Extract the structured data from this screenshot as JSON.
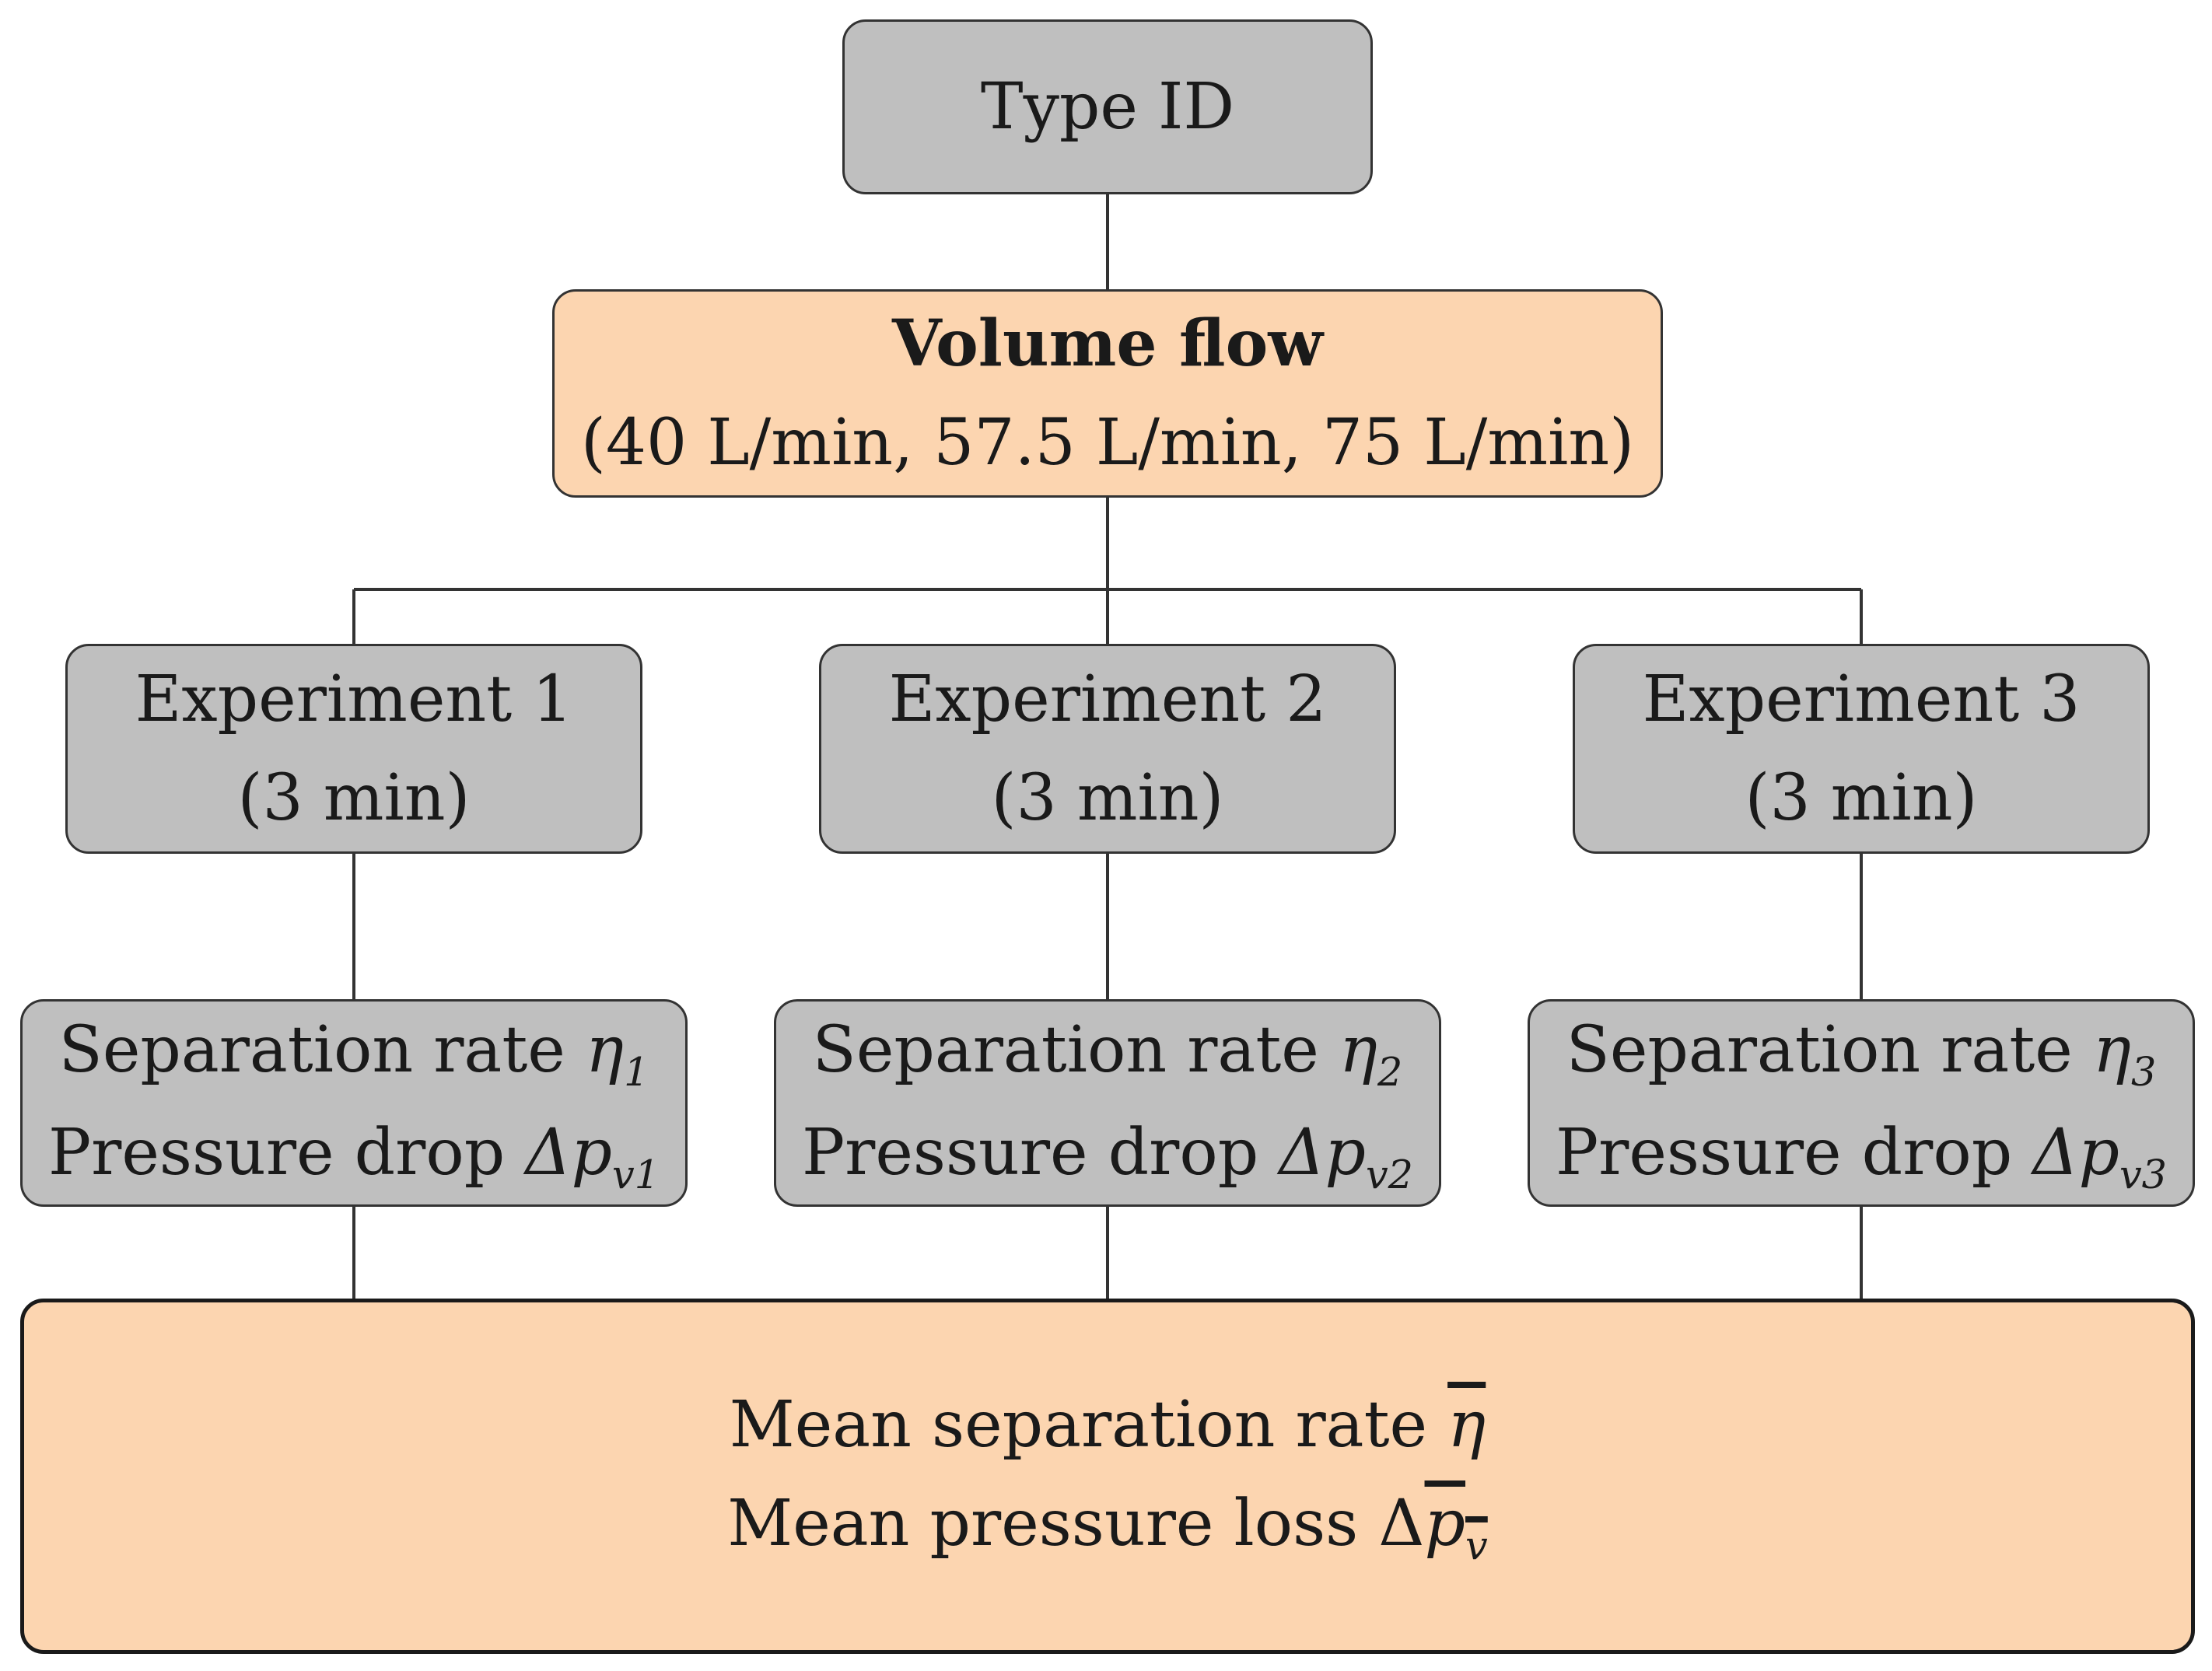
{
  "root": {
    "label": "Type ID"
  },
  "volume_flow": {
    "title": "Volume flow",
    "values": "(40 L/min, 57.5 L/min, 75 L/min)"
  },
  "experiments": [
    {
      "label": "Experiment 1",
      "duration": "(3 min)",
      "sep_text": "Separation rate ",
      "sep_sym": "η",
      "sep_sub": "1",
      "press_text": "Pressure drop ",
      "press_sym": "Δp",
      "press_sub": "v1"
    },
    {
      "label": "Experiment 2",
      "duration": "(3 min)",
      "sep_text": "Separation rate ",
      "sep_sym": "η",
      "sep_sub": "2",
      "press_text": "Pressure drop ",
      "press_sym": "Δp",
      "press_sub": "v2"
    },
    {
      "label": "Experiment 3",
      "duration": "(3 min)",
      "sep_text": "Separation rate ",
      "sep_sym": "η",
      "sep_sub": "3",
      "press_text": "Pressure drop ",
      "press_sym": "Δp",
      "press_sub": "v3"
    }
  ],
  "mean": {
    "sep_text": "Mean separation rate ",
    "sep_sym": "η",
    "loss_text": "Mean pressure loss Δ",
    "loss_sym": "p",
    "loss_sub": "v"
  },
  "colors": {
    "gray_box": "#bfbfbf",
    "peach_box": "#fcd5b0",
    "border": "#333333"
  }
}
